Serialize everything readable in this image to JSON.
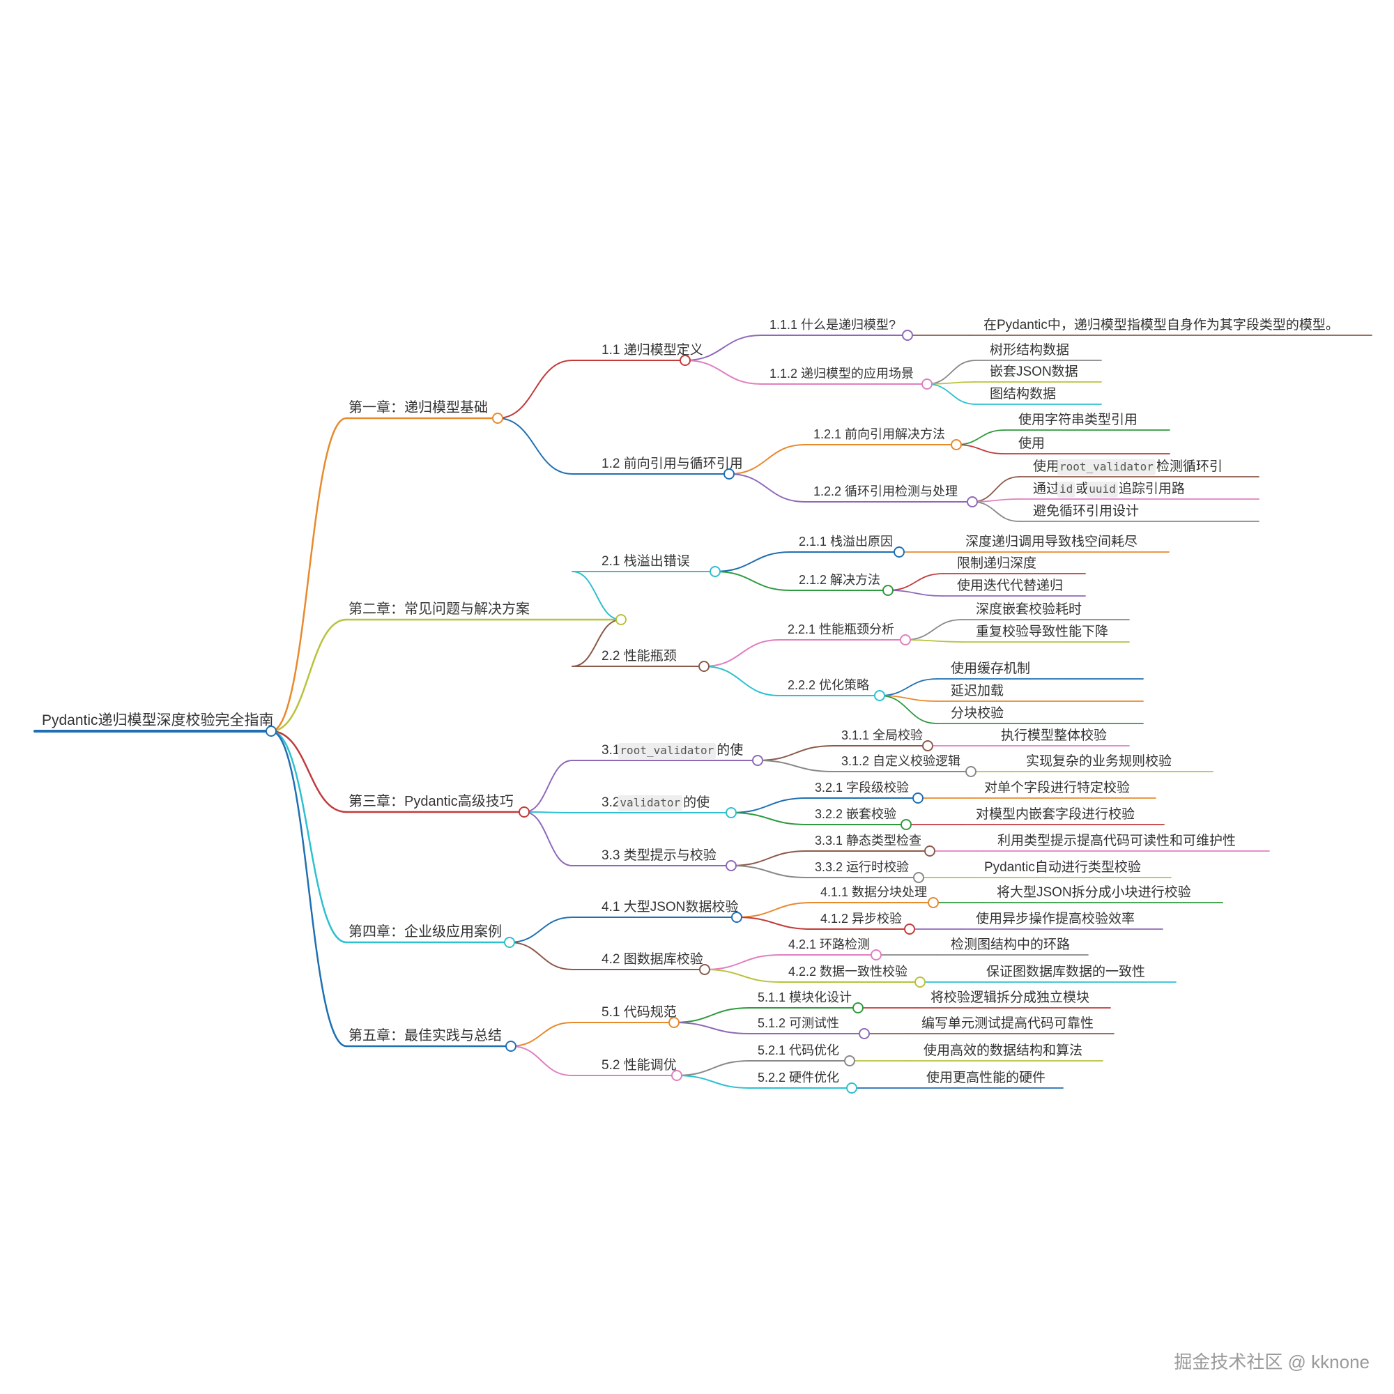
{
  "root": {
    "label": "Pydantic递归模型深度校验完全指南",
    "color": "#1f6fb2"
  },
  "watermark": "掘金技术社区 @ kknone",
  "chapters": [
    {
      "label": "第一章：递归模型基础",
      "color": "#e8892c",
      "children": [
        {
          "label": "1.1 递归模型定义",
          "color": "#c23a3a",
          "children": [
            {
              "label": "1.1.1 什么是递归模型?",
              "color": "#8e68b8",
              "leaves": [
                {
                  "text": "在Pydantic中，递归模型指模型自身作为其字段类型的模型。",
                  "color": "#8b5a4a"
                }
              ]
            },
            {
              "label": "1.1.2 递归模型的应用场景",
              "color": "#e07fc0",
              "leaves": [
                {
                  "text": "树形结构数据",
                  "color": "#888888"
                },
                {
                  "text": "嵌套JSON数据",
                  "color": "#b8c23a"
                },
                {
                  "text": "图结构数据",
                  "color": "#2cc0d0"
                }
              ]
            }
          ]
        },
        {
          "label": "1.2 前向引用与循环引用",
          "color": "#1f6fb2",
          "children": [
            {
              "label": "1.2.1 前向引用解决方法",
              "color": "#e8892c",
              "leaves": [
                {
                  "text": "使用字符串类型引用",
                  "color": "#2e9a3e"
                },
                {
                  "text": "使用",
                  "color": "#c23a3a"
                }
              ]
            },
            {
              "label": "1.2.2 循环引用检测与处理",
              "color": "#8e68b8",
              "leaves": [
                {
                  "parts": [
                    {
                      "t": "使用 "
                    },
                    {
                      "c": "root_validator"
                    },
                    {
                      "t": " 检测循环引"
                    }
                  ],
                  "color": "#8b5a4a"
                },
                {
                  "parts": [
                    {
                      "t": "通过 "
                    },
                    {
                      "c": "id"
                    },
                    {
                      "t": " 或 "
                    },
                    {
                      "c": "uuid"
                    },
                    {
                      "t": " 追踪引用路"
                    }
                  ],
                  "color": "#e07fc0"
                },
                {
                  "text": "避免循环引用设计",
                  "color": "#888888"
                }
              ]
            }
          ]
        }
      ]
    },
    {
      "label": "第二章：常见问题与解决方案",
      "color": "#b8c23a",
      "children": [
        {
          "label": "2.1 栈溢出错误",
          "color": "#2cc0d0",
          "children": [
            {
              "label": "2.1.1 栈溢出原因",
              "color": "#1f6fb2",
              "leaves": [
                {
                  "text": "深度递归调用导致栈空间耗尽",
                  "color": "#e8892c"
                }
              ]
            },
            {
              "label": "2.1.2 解决方法",
              "color": "#2e9a3e",
              "leaves": [
                {
                  "text": "限制递归深度",
                  "color": "#c23a3a"
                },
                {
                  "text": "使用迭代代替递归",
                  "color": "#8e68b8"
                }
              ]
            }
          ]
        },
        {
          "label": "2.2 性能瓶颈",
          "color": "#8b5a4a",
          "children": [
            {
              "label": "2.2.1 性能瓶颈分析",
              "color": "#e07fc0",
              "leaves": [
                {
                  "text": "深度嵌套校验耗时",
                  "color": "#888888"
                },
                {
                  "text": "重复校验导致性能下降",
                  "color": "#b8c23a"
                }
              ]
            },
            {
              "label": "2.2.2 优化策略",
              "color": "#2cc0d0",
              "leaves": [
                {
                  "text": "使用缓存机制",
                  "color": "#1f6fb2"
                },
                {
                  "text": "延迟加载",
                  "color": "#e8892c"
                },
                {
                  "text": "分块校验",
                  "color": "#2e9a3e"
                }
              ]
            }
          ]
        }
      ]
    },
    {
      "label": "第三章：Pydantic高级技巧",
      "color": "#c23a3a",
      "children": [
        {
          "label": "",
          "parts": [
            {
              "t": "3.1 "
            },
            {
              "c": "root_validator"
            },
            {
              "t": " 的使"
            }
          ],
          "color": "#8e68b8",
          "children": [
            {
              "label": "3.1.1 全局校验",
              "color": "#8b5a4a",
              "leaves": [
                {
                  "text": "执行模型整体校验",
                  "color": "#e07fc0"
                }
              ]
            },
            {
              "label": "3.1.2 自定义校验逻辑",
              "color": "#888888",
              "leaves": [
                {
                  "text": "实现复杂的业务规则校验",
                  "color": "#b8c23a"
                }
              ]
            }
          ]
        },
        {
          "label": "",
          "parts": [
            {
              "t": "3.2 "
            },
            {
              "c": "validator"
            },
            {
              "t": " 的使"
            }
          ],
          "color": "#2cc0d0",
          "children": [
            {
              "label": "3.2.1 字段级校验",
              "color": "#1f6fb2",
              "leaves": [
                {
                  "text": "对单个字段进行特定校验",
                  "color": "#e8892c"
                }
              ]
            },
            {
              "label": "3.2.2 嵌套校验",
              "color": "#2e9a3e",
              "leaves": [
                {
                  "text": "对模型内嵌套字段进行校验",
                  "color": "#c23a3a"
                }
              ]
            }
          ]
        },
        {
          "label": "3.3 类型提示与校验",
          "color": "#8e68b8",
          "children": [
            {
              "label": "3.3.1 静态类型检查",
              "color": "#8b5a4a",
              "leaves": [
                {
                  "text": "利用类型提示提高代码可读性和可维护性",
                  "color": "#e07fc0"
                }
              ]
            },
            {
              "label": "3.3.2 运行时校验",
              "color": "#888888",
              "leaves": [
                {
                  "text": "Pydantic自动进行类型校验",
                  "color": "#b8c23a"
                }
              ]
            }
          ]
        }
      ]
    },
    {
      "label": "第四章：企业级应用案例",
      "color": "#2cc0d0",
      "children": [
        {
          "label": "4.1 大型JSON数据校验",
          "color": "#1f6fb2",
          "children": [
            {
              "label": "4.1.1 数据分块处理",
              "color": "#e8892c",
              "leaves": [
                {
                  "text": "将大型JSON拆分成小块进行校验",
                  "color": "#2e9a3e"
                }
              ]
            },
            {
              "label": "4.1.2 异步校验",
              "color": "#c23a3a",
              "leaves": [
                {
                  "text": "使用异步操作提高校验效率",
                  "color": "#8e68b8"
                }
              ]
            }
          ]
        },
        {
          "label": "4.2 图数据库校验",
          "color": "#8b5a4a",
          "children": [
            {
              "label": "4.2.1 环路检测",
              "color": "#e07fc0",
              "leaves": [
                {
                  "text": "检测图结构中的环路",
                  "color": "#888888"
                }
              ]
            },
            {
              "label": "4.2.2 数据一致性校验",
              "color": "#b8c23a",
              "leaves": [
                {
                  "text": "保证图数据库数据的一致性",
                  "color": "#2cc0d0"
                }
              ]
            }
          ]
        }
      ]
    },
    {
      "label": "第五章：最佳实践与总结",
      "color": "#1f6fb2",
      "children": [
        {
          "label": "5.1 代码规范",
          "color": "#e8892c",
          "children": [
            {
              "label": "5.1.1 模块化设计",
              "color": "#2e9a3e",
              "leaves": [
                {
                  "text": "将校验逻辑拆分成独立模块",
                  "color": "#c23a3a"
                }
              ]
            },
            {
              "label": "5.1.2 可测试性",
              "color": "#8e68b8",
              "leaves": [
                {
                  "text": "编写单元测试提高代码可靠性",
                  "color": "#8b5a4a"
                }
              ]
            }
          ]
        },
        {
          "label": "5.2 性能调优",
          "color": "#e07fc0",
          "children": [
            {
              "label": "5.2.1 代码优化",
              "color": "#888888",
              "leaves": [
                {
                  "text": "使用高效的数据结构和算法",
                  "color": "#b8c23a"
                }
              ]
            },
            {
              "label": "5.2.2 硬件优化",
              "color": "#2cc0d0",
              "leaves": [
                {
                  "text": "使用更高性能的硬件",
                  "color": "#1f6fb2"
                }
              ]
            }
          ]
        }
      ]
    }
  ]
}
